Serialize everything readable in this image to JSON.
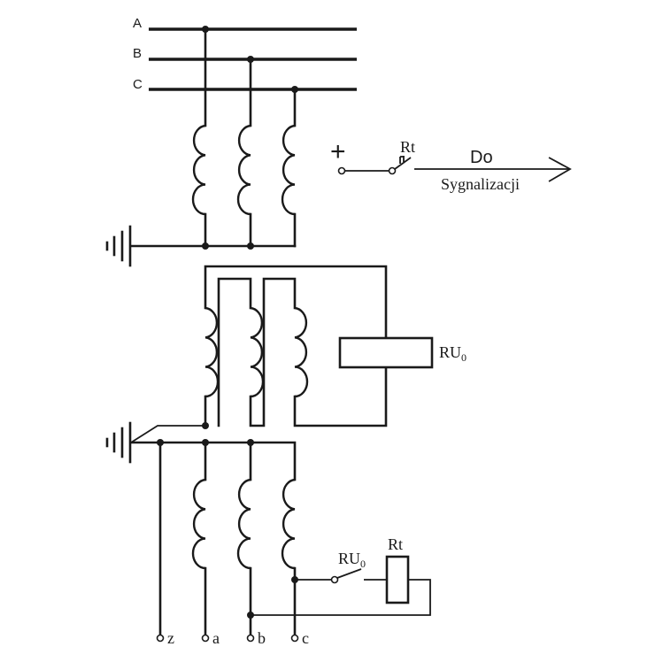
{
  "bus_labels": {
    "a": "A",
    "b": "B",
    "c": "C"
  },
  "signal": {
    "plus": "+",
    "contact": "Rt",
    "to": "Do",
    "target": "Sygnalizacji"
  },
  "relay_main": {
    "name": "RU",
    "sub": "0"
  },
  "relay_contact": {
    "name": "RU",
    "sub": "0"
  },
  "relay_coil": {
    "name": "Rt"
  },
  "terminals": {
    "z": "z",
    "a": "a",
    "b": "b",
    "c": "c"
  },
  "colors": {
    "ink": "#1a1a1a",
    "background": "#ffffff"
  }
}
